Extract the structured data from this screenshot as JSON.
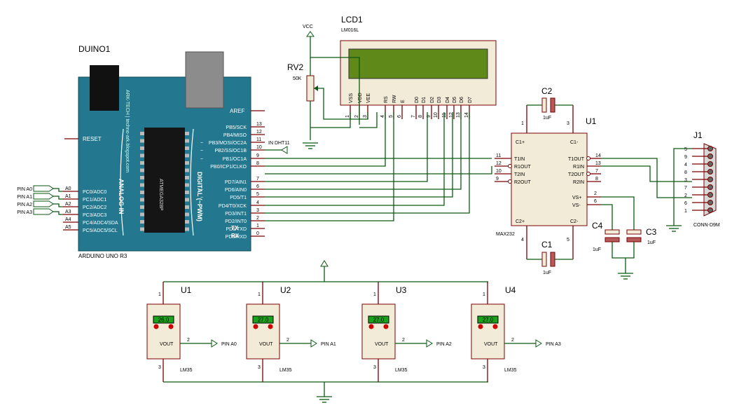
{
  "arduino": {
    "ref": "DUINO1",
    "model": "ARDUINO UNO R3",
    "brand": "ARK-TECH | techno-ark.blogspot.com",
    "ic_text": "ATMEGA328P",
    "analog_title": "ANALOG IN",
    "digital_title": "DIGITAL (~PWM)",
    "reset": "RESET",
    "aref": "AREF",
    "tx": "TX",
    "rx": "RX",
    "analog_pins": [
      {
        "num": "A0",
        "name": "PC0/ADC0"
      },
      {
        "num": "A1",
        "name": "PC1/ADC1"
      },
      {
        "num": "A2",
        "name": "PC2/ADC2"
      },
      {
        "num": "A3",
        "name": "PC3/ADC3"
      },
      {
        "num": "A4",
        "name": "PC4/ADC4/SDA"
      },
      {
        "num": "A5",
        "name": "PC5/ADC5/SCL"
      }
    ],
    "digital_pins": [
      {
        "num": "13",
        "name": "PB5/SCK",
        "pwm": false
      },
      {
        "num": "12",
        "name": "PB4/MISO",
        "pwm": false
      },
      {
        "num": "11",
        "name": "PB3/MOSI/OC2A",
        "pwm": true
      },
      {
        "num": "10",
        "name": "PB2/SS/OC1B",
        "pwm": true
      },
      {
        "num": "9",
        "name": "PB1/OC1A",
        "pwm": true
      },
      {
        "num": "8",
        "name": "PB0/ICP1/CLKO",
        "pwm": false
      },
      {
        "num": "7",
        "name": "PD7/AIN1",
        "pwm": false
      },
      {
        "num": "6",
        "name": "PD6/AIN0",
        "pwm": true
      },
      {
        "num": "5",
        "name": "PD5/T1",
        "pwm": true
      },
      {
        "num": "4",
        "name": "PD4/T0/XCK",
        "pwm": false
      },
      {
        "num": "3",
        "name": "PD3/INT1",
        "pwm": true
      },
      {
        "num": "2",
        "name": "PD2/INT0",
        "pwm": false
      },
      {
        "num": "1",
        "name": "PD1/TXD",
        "pwm": false
      },
      {
        "num": "0",
        "name": "PD0/RXD",
        "pwm": false
      }
    ]
  },
  "dht_label": "IN DHT11",
  "pin_terminals": [
    "PIN A0",
    "PIN A1",
    "PIN A2",
    "PIN A3"
  ],
  "lcd": {
    "ref": "LCD1",
    "model": "LM016L",
    "pins": [
      {
        "name": "VSS",
        "num": "1"
      },
      {
        "name": "VDD",
        "num": "2"
      },
      {
        "name": "VEE",
        "num": "3"
      },
      {
        "name": "RS",
        "num": "4"
      },
      {
        "name": "RW",
        "num": "5"
      },
      {
        "name": "E",
        "num": "6"
      },
      {
        "name": "D0",
        "num": "7"
      },
      {
        "name": "D1",
        "num": "8"
      },
      {
        "name": "D2",
        "num": "9"
      },
      {
        "name": "D3",
        "num": "10"
      },
      {
        "name": "D4",
        "num": "11"
      },
      {
        "name": "D5",
        "num": "12"
      },
      {
        "name": "D6",
        "num": "13"
      },
      {
        "name": "D7",
        "num": "14"
      }
    ]
  },
  "vcc": "VCC",
  "pot": {
    "ref": "RV2",
    "value": "50K"
  },
  "max232": {
    "ref": "U1",
    "model": "MAX232",
    "c1p": "C1+",
    "c1m": "C1-",
    "c2p": "C2+",
    "c2m": "C2-",
    "vsp": "VS+",
    "vsm": "VS-",
    "left_pins": [
      {
        "num": "11",
        "name": "T1IN"
      },
      {
        "num": "12",
        "name": "R1OUT"
      },
      {
        "num": "10",
        "name": "T2IN"
      },
      {
        "num": "9",
        "name": "R2OUT"
      }
    ],
    "right_pins": [
      {
        "num": "14",
        "name": "T1OUT"
      },
      {
        "num": "13",
        "name": "R1IN"
      },
      {
        "num": "7",
        "name": "T2OUT"
      },
      {
        "num": "8",
        "name": "R2IN"
      }
    ],
    "pin_c1p": "1",
    "pin_c1m": "3",
    "pin_c2p": "4",
    "pin_c2m": "5",
    "pin_vsp": "2",
    "pin_vsm": "6"
  },
  "caps": [
    {
      "ref": "C2",
      "value": "1uF"
    },
    {
      "ref": "C1",
      "value": "1uF"
    },
    {
      "ref": "C4",
      "value": "1uF"
    },
    {
      "ref": "C3",
      "value": "1uF"
    }
  ],
  "connector": {
    "ref": "J1",
    "model": "CONN-D9M",
    "pins": [
      "5",
      "9",
      "4",
      "8",
      "3",
      "7",
      "2",
      "6",
      "1"
    ]
  },
  "sensors": [
    {
      "ref": "U1",
      "reading": "26.0",
      "model": "LM35",
      "vout": "VOUT",
      "pin1": "1",
      "pin2": "2",
      "pin3": "3",
      "out": "PIN A0"
    },
    {
      "ref": "U2",
      "reading": "27.0",
      "model": "LM35",
      "vout": "VOUT",
      "pin1": "1",
      "pin2": "2",
      "pin3": "3",
      "out": "PIN A1"
    },
    {
      "ref": "U3",
      "reading": "27.0",
      "model": "LM35",
      "vout": "VOUT",
      "pin1": "1",
      "pin2": "2",
      "pin3": "3",
      "out": "PIN A2"
    },
    {
      "ref": "U4",
      "reading": "27.0",
      "model": "LM35",
      "vout": "VOUT",
      "pin1": "1",
      "pin2": "2",
      "pin3": "3",
      "out": "PIN A3"
    }
  ],
  "colors": {
    "board": "#23788f",
    "wire": "#0a5a12",
    "pin": "#7a0000",
    "component_fill": "#f2ebd7",
    "lcd_screen": "#5f8a1a",
    "sensor_display": "#1aa31a"
  }
}
